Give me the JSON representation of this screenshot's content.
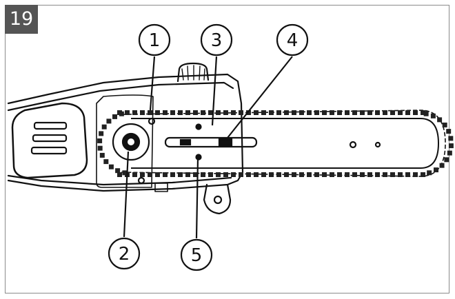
{
  "figure": {
    "number": "19"
  },
  "callouts": [
    {
      "id": "1",
      "label": "1"
    },
    {
      "id": "2",
      "label": "2"
    },
    {
      "id": "3",
      "label": "3"
    },
    {
      "id": "4",
      "label": "4"
    },
    {
      "id": "5",
      "label": "5"
    }
  ],
  "colors": {
    "line": "#111111",
    "badge": "#555555",
    "frame": "#8a8a8a"
  }
}
